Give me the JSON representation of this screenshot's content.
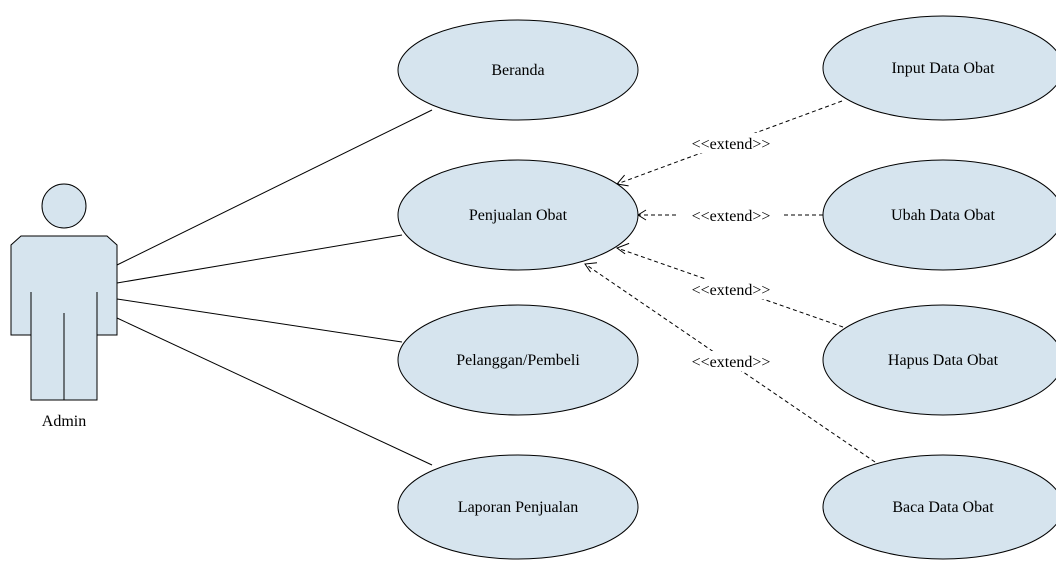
{
  "colors": {
    "use_case_fill": "#d6e4ee",
    "actor_fill": "#d6e4ee",
    "stroke": "#000000",
    "background": "#ffffff"
  },
  "actor": {
    "label": "Admin"
  },
  "use_cases": {
    "beranda": "Beranda",
    "penjualan_obat": "Penjualan Obat",
    "pelanggan": "Pelanggan/Pembeli",
    "laporan": "Laporan Penjualan",
    "input_data": "Input Data Obat",
    "ubah_data": "Ubah Data Obat",
    "hapus_data": "Hapus Data Obat",
    "baca_data": "Baca Data Obat"
  },
  "relations": {
    "extend_1": "<<extend>>",
    "extend_2": "<<extend>>",
    "extend_3": "<<extend>>",
    "extend_4": "<<extend>>"
  }
}
